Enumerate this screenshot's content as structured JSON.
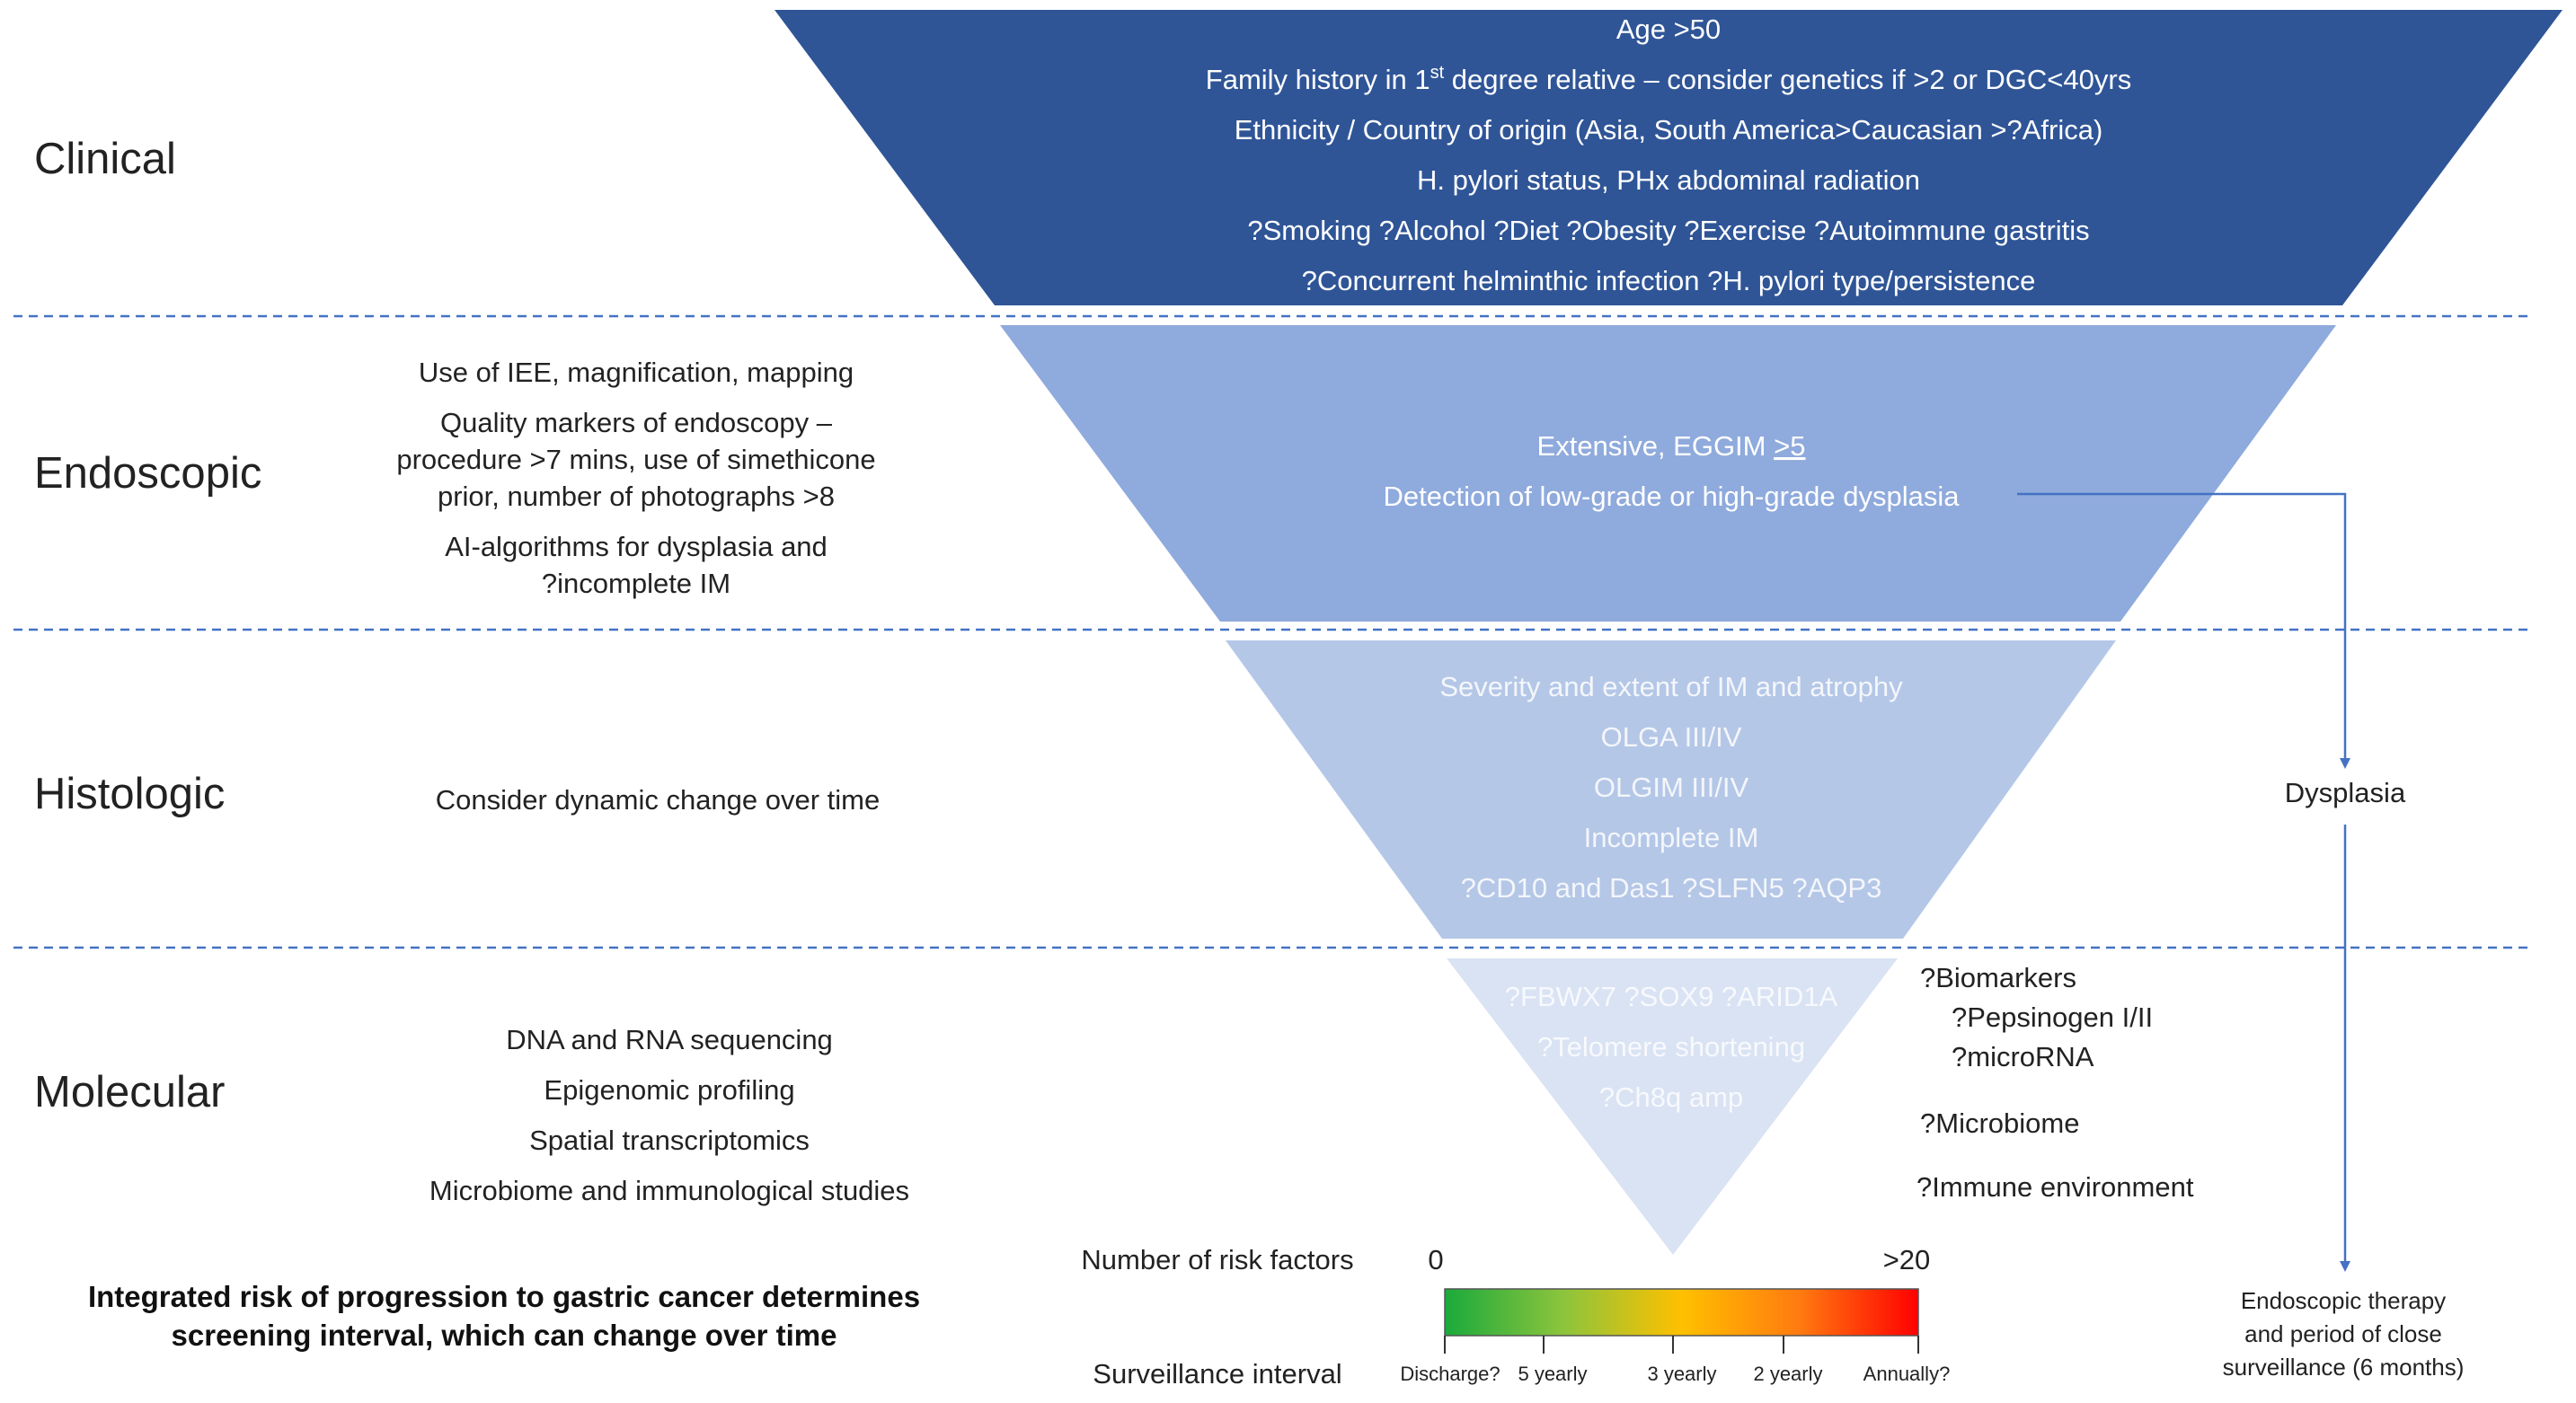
{
  "sections": {
    "clinical": "Clinical",
    "endoscopic": "Endoscopic",
    "histologic": "Histologic",
    "molecular": "Molecular"
  },
  "clinical_factors": {
    "age": "Age >50",
    "family_history_prefix": "Family history in 1",
    "family_history_sup": "st",
    "family_history_suffix": " degree relative – consider genetics if >2 or DGC<40yrs",
    "ethnicity": "Ethnicity / Country of origin (Asia, South America>Caucasian >?Africa)",
    "hpylori": "H. pylori status, PHx abdominal radiation",
    "lifestyle": "?Smoking  ?Alcohol  ?Diet  ?Obesity  ?Exercise  ?Autoimmune  gastritis",
    "infection": "?Concurrent  helminthic infection  ?H. pylori type/persistence"
  },
  "endoscopic_factors": {
    "eggim_prefix": "Extensive, EGGIM ",
    "eggim_value": ">5",
    "dysplasia": "Detection of low-grade or high-grade dysplasia"
  },
  "endoscopic_side": [
    "Use of IEE, magnification, mapping",
    "Quality markers of endoscopy –",
    "procedure >7 mins, use of simethicone",
    "prior, number of photographs >8",
    "AI-algorithms for dysplasia and",
    "?incomplete IM"
  ],
  "histologic_factors": [
    "Severity and extent of IM and atrophy",
    "OLGA III/IV",
    "OLGIM III/IV",
    "Incomplete IM",
    "?CD10 and Das1 ?SLFN5 ?AQP3"
  ],
  "histologic_side": "Consider dynamic change over time",
  "molecular_factors": [
    "?FBWX7 ?SOX9 ?ARID1A",
    "?Telomere shortening",
    "?Ch8q amp"
  ],
  "molecular_side": [
    "DNA and RNA sequencing",
    "Epigenomic profiling",
    "Spatial transcriptomics",
    "Microbiome  and immunological studies"
  ],
  "biomarkers": {
    "title": "?Biomarkers",
    "items": [
      "?Pepsinogen I/II",
      "?microRNA"
    ],
    "microbiome": "?Microbiome",
    "immune": "?Immune  environment"
  },
  "dysplasia_path": {
    "label": "Dysplasia",
    "outcome": [
      "Endoscopic therapy",
      "and period of close",
      "surveillance (6 months)"
    ]
  },
  "integrated_note": [
    "Integrated risk of progression to gastric cancer determines",
    "screening interval, which can change over time"
  ],
  "risk_scale": {
    "label": "Number  of risk factors",
    "min": "0",
    "max": ">20",
    "interval_label": "Surveillance interval",
    "intervals": [
      "Discharge?",
      "5 yearly",
      "3 yearly",
      "2 yearly",
      "Annually?"
    ]
  },
  "colors": {
    "clinical": "#2f5597",
    "endoscopic": "#8faadc",
    "histologic": "#b4c7e7",
    "molecular": "#dae3f3",
    "divider": "#4472c4",
    "arrow": "#4472c4",
    "scale_start": "#1aaa3c",
    "scale_mid": "#ffc000",
    "scale_end": "#ff0000"
  }
}
